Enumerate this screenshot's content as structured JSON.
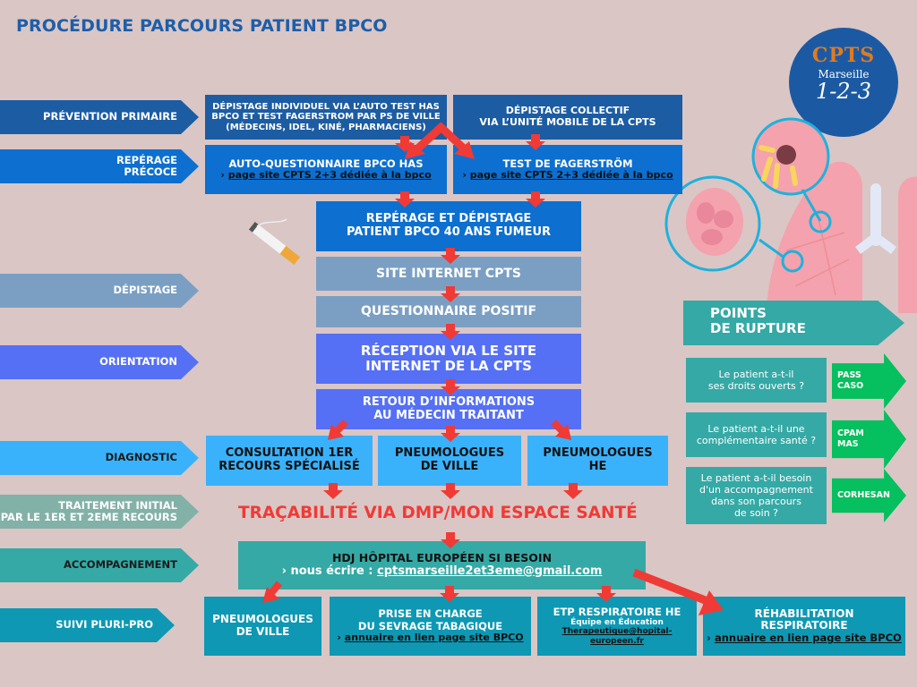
{
  "header": {
    "title": "PROCÉDURE PARCOURS PATIENT BPCO"
  },
  "logo": {
    "name": "CPTS",
    "city": "Marseille",
    "districts": "1-2-3"
  },
  "stages": [
    {
      "label": "PRÉVENTION  PRIMAIRE",
      "color": "#1c5ca3"
    },
    {
      "label": "REPÉRAGE\nPRÉCOCE",
      "color": "#0d6fcf"
    },
    {
      "label": "DÉPISTAGE",
      "color": "#7b9fc3"
    },
    {
      "label": "ORIENTATION",
      "color": "#5570f5"
    },
    {
      "label": "DIAGNOSTIC",
      "color": "#39b2fb"
    },
    {
      "label": "TRAITEMENT INITIAL\nPAR LE 1ER ET 2EME RECOURS",
      "color": "#82b1a7"
    },
    {
      "label": "ACCOMPAGNEMENT",
      "color": "#35a9a5"
    },
    {
      "label": "SUIVI PLURI-PRO",
      "color": "#0e98b3"
    }
  ],
  "flow": {
    "prevention": [
      {
        "text": "DÉPISTAGE INDIVIDUEL VIA L’AUTO TEST HAS BPCO ET TEST FAGERSTROM PAR PS DE VILLE (MÉDECINS, IDEL, KINÉ, PHARMACIENS)"
      },
      {
        "text": "DÉPISTAGE  COLLECTIF\nVIA L’UNITÉ MOBILE DE LA CPTS"
      }
    ],
    "reperage": [
      {
        "text": "AUTO-QUESTIONNAIRE BPCO HAS",
        "link": "page site CPTS 2+3 dédiée à la bpco",
        "prefix": "›"
      },
      {
        "text": "TEST DE FAGERSTRÖM",
        "link": "page site CPTS 2+3 dédiée à la bpco",
        "prefix": "›"
      }
    ],
    "reperage_depistage": "REPÉRAGE ET DÉPISTAGE\nPATIENT BPCO 40 ANS FUMEUR",
    "site_internet": "SITE INTERNET CPTS",
    "questionnaire": "QUESTIONNAIRE POSITIF",
    "reception": "RÉCEPTION VIA LE SITE\nINTERNET DE LA CPTS",
    "retour": "RETOUR D’INFORMATIONS\nAU MÉDECIN TRAITANT",
    "diagnostic": [
      "CONSULTATION 1ER\nRECOURS SPÉCIALISÉ",
      "PNEUMOLOGUES\nDE VILLE",
      "PNEUMOLOGUES\nHE"
    ],
    "tracabilite": "TRAÇABILITÉ VIA DMP/MON ESPACE SANTÉ",
    "hdj": {
      "title": "HDJ HÔPITAL EUROPÉEN SI BESOIN",
      "prefix": "› nous écrire : ",
      "email": "cptsmarseille2et3eme@gmail.com"
    },
    "suivi": [
      {
        "title": "PNEUMOLOGUES\nDE VILLE"
      },
      {
        "title": "PRISE EN CHARGE\nDU SEVRAGE TABAGIQUE",
        "prefix": "›",
        "link": "annuaire en lien page site BPCO"
      },
      {
        "title": "ETP RESPIRATOIRE HE",
        "subtitle": "Équipe en Éducation",
        "link": "Therapeutique@hopital-\neuropeen.fr"
      },
      {
        "title": "RÉHABILITATION\nRESPIRATOIRE",
        "prefix": "›",
        "link": "annuaire en lien page site BPCO"
      }
    ]
  },
  "rupture": {
    "title": "POINTS\nDE RUPTURE",
    "items": [
      {
        "question": "Le patient a-t-il\nses droits ouverts ?",
        "answer": "PASS\nCASO"
      },
      {
        "question": "Le patient a-t-il une\ncomplémentaire santé ?",
        "answer": "CPAM\nMAS"
      },
      {
        "question": "Le patient a-t-il besoin\nd'un accompagnement\ndans son parcours\nde soin ?",
        "answer": "CORHESAN"
      }
    ]
  },
  "colors": {
    "background": "#dac6c5",
    "arrow_red": "#f03a36",
    "title_blue": "#1e5ea8",
    "logo_orange": "#e07a22"
  }
}
